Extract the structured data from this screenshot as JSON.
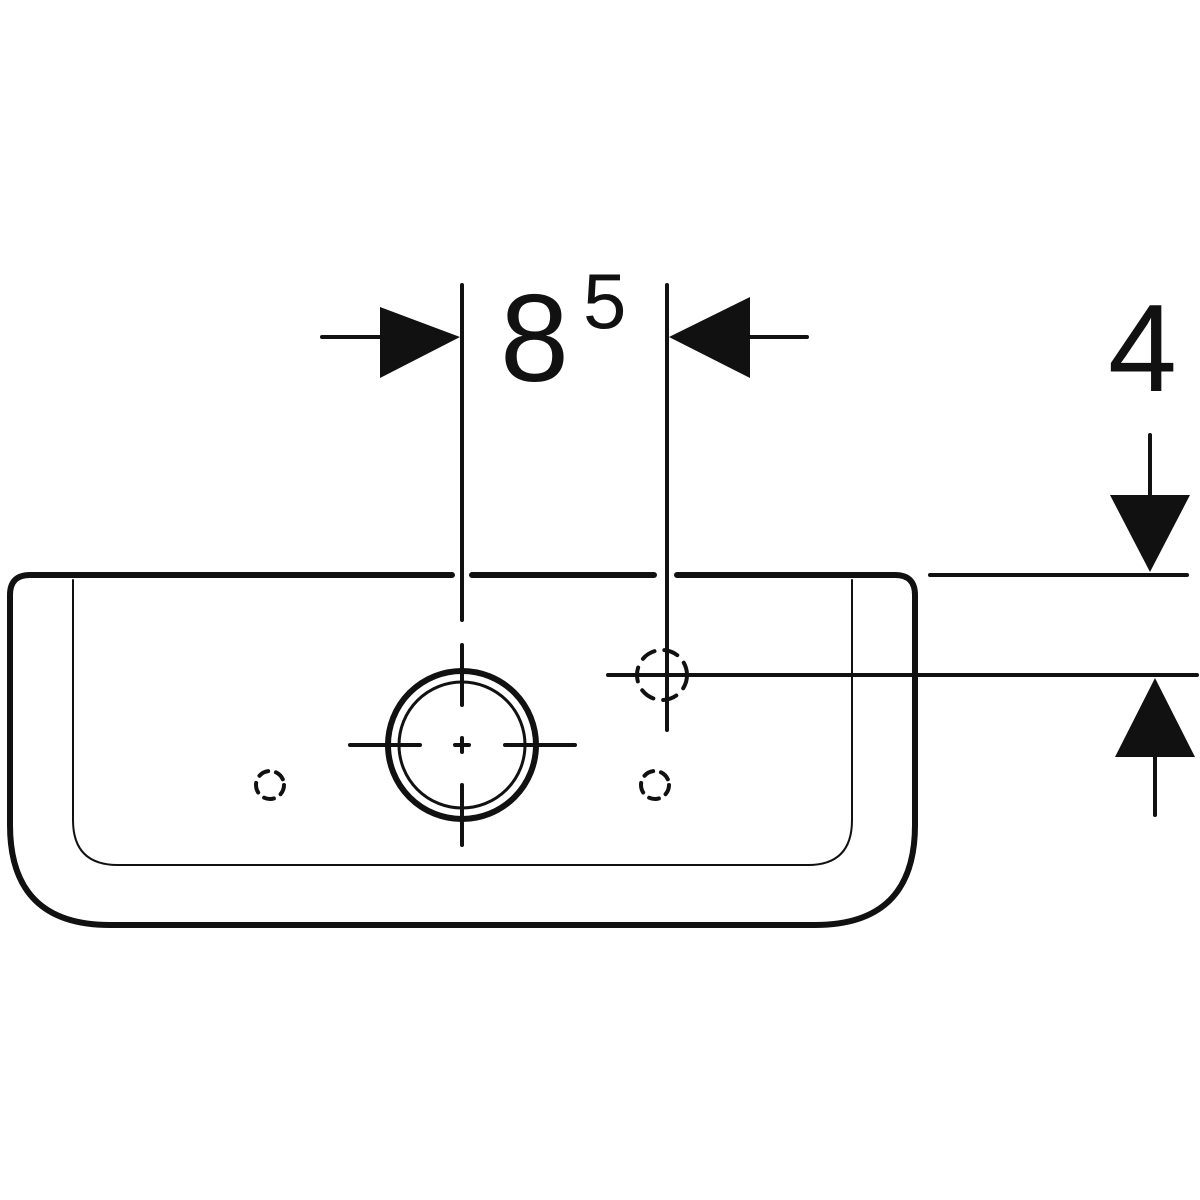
{
  "dimensions": {
    "horizontal": {
      "value": "8",
      "superscript": "5"
    },
    "vertical": {
      "value": "4"
    }
  },
  "colors": {
    "line": "#111111",
    "background": "#ffffff"
  }
}
